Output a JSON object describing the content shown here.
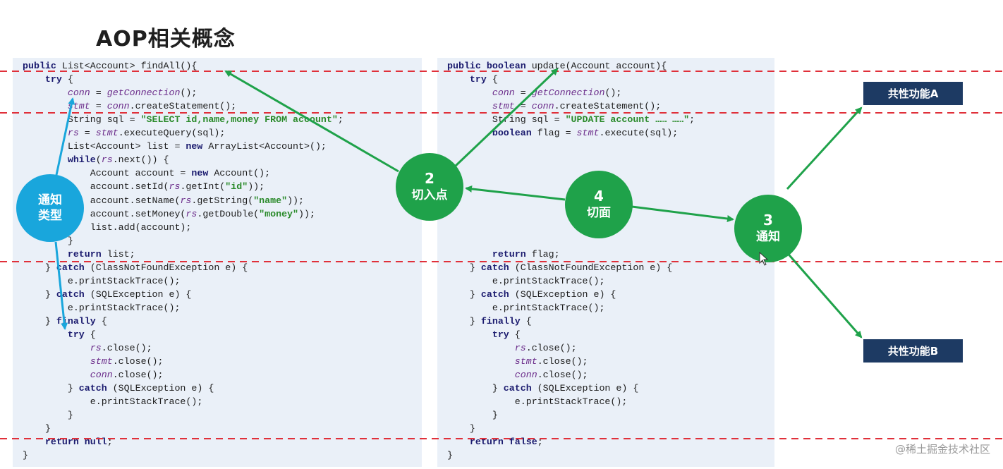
{
  "title": "AOP相关概念",
  "left_code": [
    [
      {
        "t": "public ",
        "c": "kw"
      },
      {
        "t": "List<Account> findAll(){"
      }
    ],
    [
      {
        "t": "    "
      },
      {
        "t": "try",
        "c": "kw"
      },
      {
        "t": " {"
      }
    ],
    [
      {
        "t": "        "
      },
      {
        "t": "conn",
        "c": "var"
      },
      {
        "t": " = "
      },
      {
        "t": "getConnection",
        "c": "var"
      },
      {
        "t": "();"
      }
    ],
    [
      {
        "t": "        "
      },
      {
        "t": "stmt",
        "c": "var"
      },
      {
        "t": " = "
      },
      {
        "t": "conn",
        "c": "var"
      },
      {
        "t": ".createStatement();"
      }
    ],
    [
      {
        "t": "        String sql = "
      },
      {
        "t": "\"SELECT id,name,money FROM account\"",
        "c": "str"
      },
      {
        "t": ";"
      }
    ],
    [
      {
        "t": "        "
      },
      {
        "t": "rs",
        "c": "var"
      },
      {
        "t": " = "
      },
      {
        "t": "stmt",
        "c": "var"
      },
      {
        "t": ".executeQuery(sql);"
      }
    ],
    [
      {
        "t": "        List<Account> list = "
      },
      {
        "t": "new",
        "c": "kw"
      },
      {
        "t": " ArrayList<Account>();"
      }
    ],
    [
      {
        "t": "        "
      },
      {
        "t": "while",
        "c": "kw"
      },
      {
        "t": "("
      },
      {
        "t": "rs",
        "c": "var"
      },
      {
        "t": ".next()) {"
      }
    ],
    [
      {
        "t": "            Account account = "
      },
      {
        "t": "new",
        "c": "kw"
      },
      {
        "t": " Account();"
      }
    ],
    [
      {
        "t": "            account.setId("
      },
      {
        "t": "rs",
        "c": "var"
      },
      {
        "t": ".getInt("
      },
      {
        "t": "\"id\"",
        "c": "str"
      },
      {
        "t": "));"
      }
    ],
    [
      {
        "t": "            account.setName("
      },
      {
        "t": "rs",
        "c": "var"
      },
      {
        "t": ".getString("
      },
      {
        "t": "\"name\"",
        "c": "str"
      },
      {
        "t": "));"
      }
    ],
    [
      {
        "t": "            account.setMoney("
      },
      {
        "t": "rs",
        "c": "var"
      },
      {
        "t": ".getDouble("
      },
      {
        "t": "\"money\"",
        "c": "str"
      },
      {
        "t": "));"
      }
    ],
    [
      {
        "t": "            list.add(account);"
      }
    ],
    [
      {
        "t": "        }"
      }
    ],
    [
      {
        "t": "        "
      },
      {
        "t": "return",
        "c": "kw"
      },
      {
        "t": " list;"
      }
    ],
    [
      {
        "t": "    } "
      },
      {
        "t": "catch",
        "c": "kw"
      },
      {
        "t": " (ClassNotFoundException e) {"
      }
    ],
    [
      {
        "t": "        e.printStackTrace();"
      }
    ],
    [
      {
        "t": "    } "
      },
      {
        "t": "catch",
        "c": "kw"
      },
      {
        "t": " (SQLException e) {"
      }
    ],
    [
      {
        "t": "        e.printStackTrace();"
      }
    ],
    [
      {
        "t": "    } "
      },
      {
        "t": "finally",
        "c": "kw"
      },
      {
        "t": " {"
      }
    ],
    [
      {
        "t": "        "
      },
      {
        "t": "try",
        "c": "kw"
      },
      {
        "t": " {"
      }
    ],
    [
      {
        "t": "            "
      },
      {
        "t": "rs",
        "c": "var"
      },
      {
        "t": ".close();"
      }
    ],
    [
      {
        "t": "            "
      },
      {
        "t": "stmt",
        "c": "var"
      },
      {
        "t": ".close();"
      }
    ],
    [
      {
        "t": "            "
      },
      {
        "t": "conn",
        "c": "var"
      },
      {
        "t": ".close();"
      }
    ],
    [
      {
        "t": "        } "
      },
      {
        "t": "catch",
        "c": "kw"
      },
      {
        "t": " (SQLException e) {"
      }
    ],
    [
      {
        "t": "            e.printStackTrace();"
      }
    ],
    [
      {
        "t": "        }"
      }
    ],
    [
      {
        "t": "    }"
      }
    ],
    [
      {
        "t": "    "
      },
      {
        "t": "return",
        "c": "kw"
      },
      {
        "t": " "
      },
      {
        "t": "null",
        "c": "kw"
      },
      {
        "t": ";"
      }
    ],
    [
      {
        "t": "}"
      }
    ]
  ],
  "right_code": [
    [
      {
        "t": "public ",
        "c": "kw"
      },
      {
        "t": "boolean",
        "c": "kw"
      },
      {
        "t": " update(Account account){"
      }
    ],
    [
      {
        "t": "    "
      },
      {
        "t": "try",
        "c": "kw"
      },
      {
        "t": " {"
      }
    ],
    [
      {
        "t": "        "
      },
      {
        "t": "conn",
        "c": "var"
      },
      {
        "t": " = "
      },
      {
        "t": "getConnection",
        "c": "var"
      },
      {
        "t": "();"
      }
    ],
    [
      {
        "t": "        "
      },
      {
        "t": "stmt",
        "c": "var"
      },
      {
        "t": " = "
      },
      {
        "t": "conn",
        "c": "var"
      },
      {
        "t": ".createStatement();"
      }
    ],
    [
      {
        "t": "        String sql = "
      },
      {
        "t": "\"UPDATE account …… ……\"",
        "c": "str"
      },
      {
        "t": ";"
      }
    ],
    [
      {
        "t": "        "
      },
      {
        "t": "boolean",
        "c": "kw"
      },
      {
        "t": " flag = "
      },
      {
        "t": "stmt",
        "c": "var"
      },
      {
        "t": ".execute(sql);"
      }
    ],
    [
      {
        "t": ""
      }
    ],
    [
      {
        "t": ""
      }
    ],
    [
      {
        "t": ""
      }
    ],
    [
      {
        "t": ""
      }
    ],
    [
      {
        "t": ""
      }
    ],
    [
      {
        "t": ""
      }
    ],
    [
      {
        "t": ""
      }
    ],
    [
      {
        "t": ""
      }
    ],
    [
      {
        "t": "        "
      },
      {
        "t": "return",
        "c": "kw"
      },
      {
        "t": " flag;"
      }
    ],
    [
      {
        "t": "    } "
      },
      {
        "t": "catch",
        "c": "kw"
      },
      {
        "t": " (ClassNotFoundException e) {"
      }
    ],
    [
      {
        "t": "        e.printStackTrace();"
      }
    ],
    [
      {
        "t": "    } "
      },
      {
        "t": "catch",
        "c": "kw"
      },
      {
        "t": " (SQLException e) {"
      }
    ],
    [
      {
        "t": "        e.printStackTrace();"
      }
    ],
    [
      {
        "t": "    } "
      },
      {
        "t": "finally",
        "c": "kw"
      },
      {
        "t": " {"
      }
    ],
    [
      {
        "t": "        "
      },
      {
        "t": "try",
        "c": "kw"
      },
      {
        "t": " {"
      }
    ],
    [
      {
        "t": "            "
      },
      {
        "t": "rs",
        "c": "var"
      },
      {
        "t": ".close();"
      }
    ],
    [
      {
        "t": "            "
      },
      {
        "t": "stmt",
        "c": "var"
      },
      {
        "t": ".close();"
      }
    ],
    [
      {
        "t": "            "
      },
      {
        "t": "conn",
        "c": "var"
      },
      {
        "t": ".close();"
      }
    ],
    [
      {
        "t": "        } "
      },
      {
        "t": "catch",
        "c": "kw"
      },
      {
        "t": " (SQLException e) {"
      }
    ],
    [
      {
        "t": "            e.printStackTrace();"
      }
    ],
    [
      {
        "t": "        }"
      }
    ],
    [
      {
        "t": "    }"
      }
    ],
    [
      {
        "t": "    "
      },
      {
        "t": "return",
        "c": "kw"
      },
      {
        "t": " "
      },
      {
        "t": "false",
        "c": "kw"
      },
      {
        "t": ";"
      }
    ],
    [
      {
        "t": "}"
      }
    ]
  ],
  "circles": {
    "advice_type": {
      "label": "通知\n类型",
      "line1": "通知",
      "line2": "类型"
    },
    "pointcut": {
      "num": "2",
      "label": "切入点"
    },
    "aspect": {
      "num": "4",
      "label": "切面"
    },
    "advice": {
      "num": "3",
      "label": "通知"
    }
  },
  "func_a": "共性功能A",
  "func_b": "共性功能B",
  "watermark": "@稀土掘金技术社区",
  "colors": {
    "green": "#1fa24a",
    "blue": "#19a6dc",
    "navy": "#1d3a63",
    "dash_red": "#e0303a",
    "panel": "#eaf0f8"
  }
}
